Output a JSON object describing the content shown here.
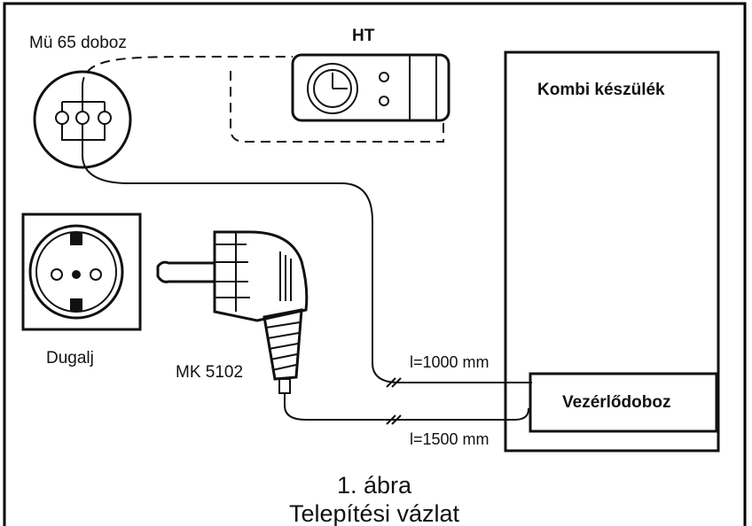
{
  "labels": {
    "junction_box": "Mü 65 doboz",
    "thermostat": "HT",
    "boiler": "Kombi készülék",
    "socket": "Dugalj",
    "plug": "MK 5102",
    "cable_1": "l=1000 mm",
    "cable_2": "l=1500 mm",
    "control_box": "Vezérlődoboz"
  },
  "caption": {
    "number": "1. ábra",
    "title": "Telepítési vázlat"
  }
}
